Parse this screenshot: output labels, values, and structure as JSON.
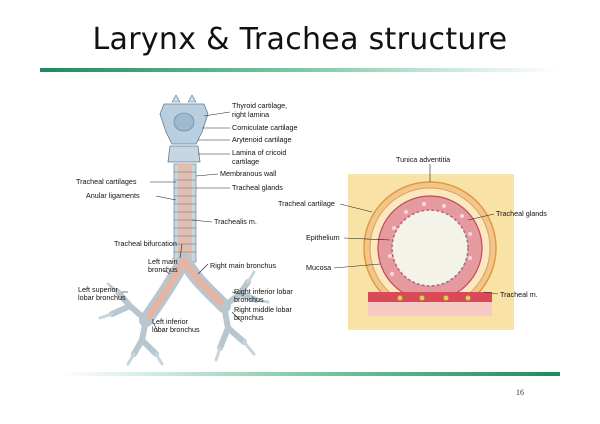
{
  "slide": {
    "title": "Larynx & Trachea structure",
    "page_number": "16"
  },
  "left_figure": {
    "labels": {
      "thyroid_1": "Thyroid cartilage,",
      "thyroid_2": "right lamina",
      "corniculate": "Corniculate cartilage",
      "arytenoid": "Arytenoid cartilage",
      "cricoid_1": "Lamina of cricoid",
      "cricoid_2": "cartilage",
      "membranous": "Membranous wall",
      "tracheal_cartilages": "Tracheal cartilages",
      "tracheal_glands": "Tracheal glands",
      "anular": "Anular ligaments",
      "trachealis": "Trachealis m.",
      "bifurcation": "Tracheal bifurcation",
      "left_main_1": "Left main",
      "left_main_2": "bronchus",
      "right_main": "Right main bronchus",
      "left_sup_1": "Left superior",
      "left_sup_2": "lobar bronchus",
      "right_inf_1": "Right inferior lobar",
      "right_inf_2": "bronchus",
      "right_mid_1": "Right middle lobar",
      "right_mid_2": "bronchus",
      "left_inf_1": "Left inferior",
      "left_inf_2": "lobar bronchus"
    }
  },
  "right_figure": {
    "labels": {
      "adventitia": "Tunica adventitia",
      "cartilage": "Tracheal cartilage",
      "glands": "Tracheal glands",
      "epithelium": "Epithelium",
      "mucosa": "Mucosa",
      "trachealis": "Tracheal m."
    }
  },
  "colors": {
    "accent_green": "#1e8a5e",
    "cartilage_blue": "#b9cfe0",
    "mucosa_pink": "#e9a4a6",
    "adventitia_orange": "#f2b45a",
    "background_tan": "#f8e2a6"
  }
}
